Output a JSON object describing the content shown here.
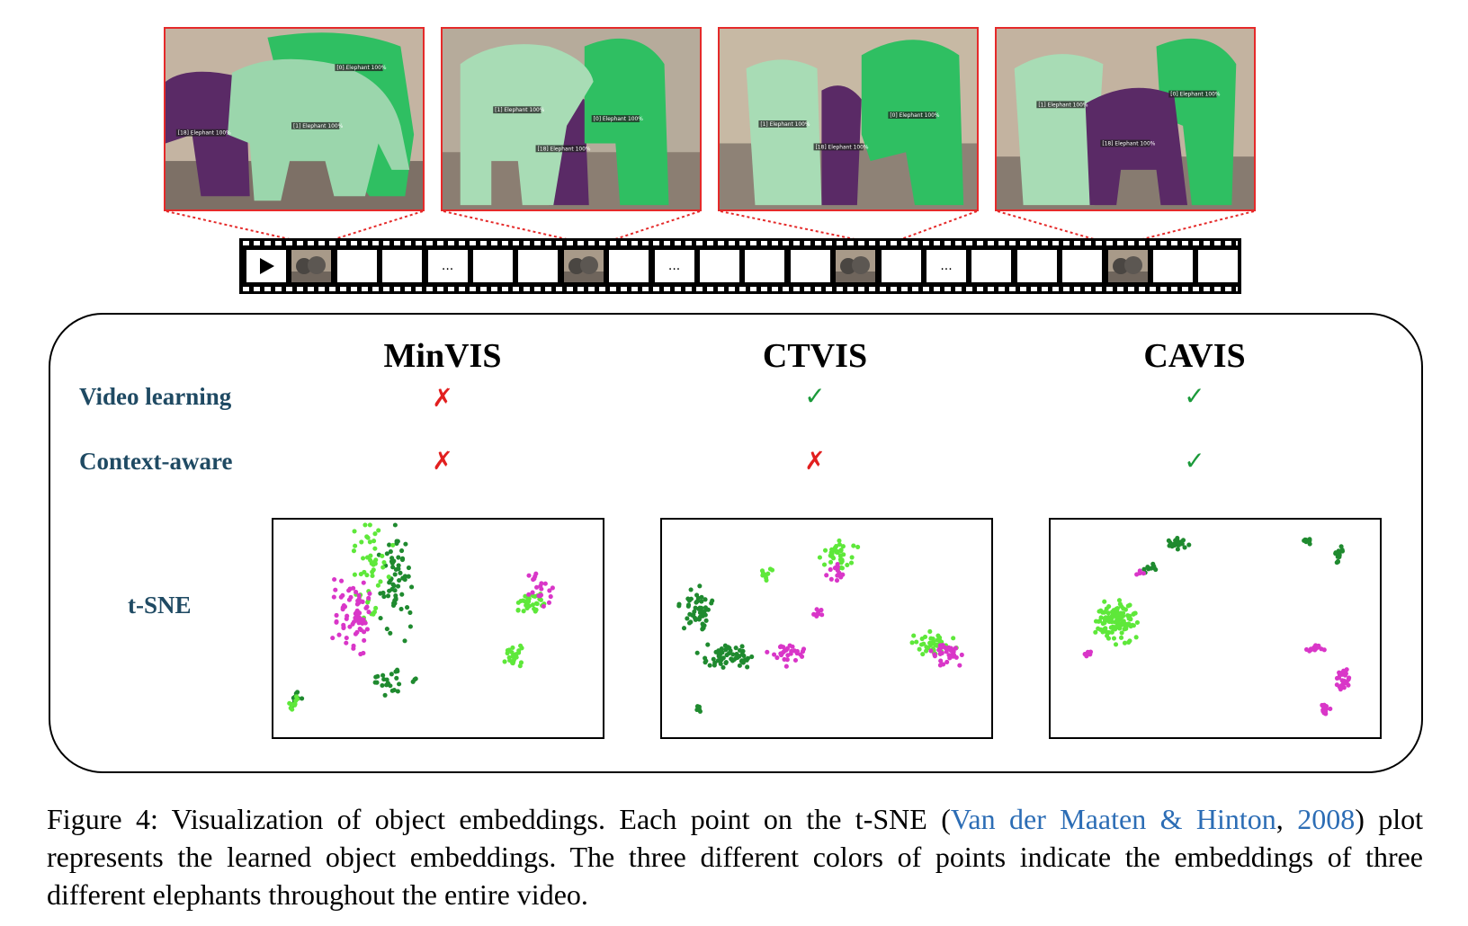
{
  "frames": [
    {
      "labels": [
        "[0] Elephant 100%",
        "[1] Elephant 100%",
        "[18] Elephant 100%"
      ]
    },
    {
      "labels": [
        "[1] Elephant 100%",
        "[0] Elephant 100%",
        "[18] Elephant 100%"
      ]
    },
    {
      "labels": [
        "[1] Elephant 100%",
        "[18] Elephant 100%",
        "[0] Elephant 100%"
      ]
    },
    {
      "labels": [
        "[1] Elephant 100%",
        "[0] Elephant 100%",
        "[18] Elephant 100%"
      ]
    }
  ],
  "filmstrip": {
    "ellipsis": "..."
  },
  "panel": {
    "methods": [
      "MinVIS",
      "CTVIS",
      "CAVIS"
    ],
    "rows": [
      {
        "label": "Video learning",
        "marks": [
          "✗",
          "✓",
          "✓"
        ]
      },
      {
        "label": "Context-aware",
        "marks": [
          "✗",
          "✗",
          "✓"
        ]
      }
    ],
    "tsne_label": "t-SNE"
  },
  "colors": {
    "elephant_a": "#1f8a2f",
    "elephant_b": "#5ee83a",
    "elephant_c": "#d936c8",
    "frame_border": "#e52a2a",
    "no": "#e21f1f",
    "yes": "#1b9a3a"
  },
  "caption": {
    "part1": "Figure 4: Visualization of object embeddings. Each point on the t-SNE (",
    "cite1": "Van der Maaten & Hinton",
    "part2": ", ",
    "cite2": "2008",
    "part3": ") plot represents the learned object embeddings. The three different colors of points indicate the embeddings of three different elephants throughout the entire video."
  }
}
